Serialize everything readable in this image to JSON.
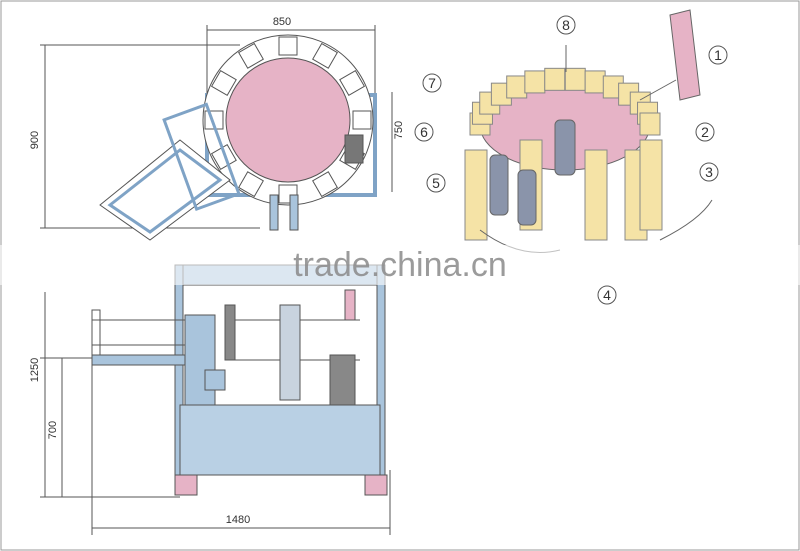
{
  "drawing": {
    "top_view": {
      "width_label": "850",
      "depth_label": "900",
      "frame_label": "750"
    },
    "front_view": {
      "height_label": "1250",
      "table_label": "700",
      "length_label": "1480"
    },
    "callouts": [
      "1",
      "2",
      "3",
      "4",
      "5",
      "6",
      "7",
      "8"
    ],
    "watermark": "trade.china.cn",
    "colors": {
      "frame": "#a9c4dc",
      "turntable": "#e6b3c6",
      "carton": "#f5e3a6",
      "bottle": "#8a94aa",
      "line": "#555555"
    }
  }
}
